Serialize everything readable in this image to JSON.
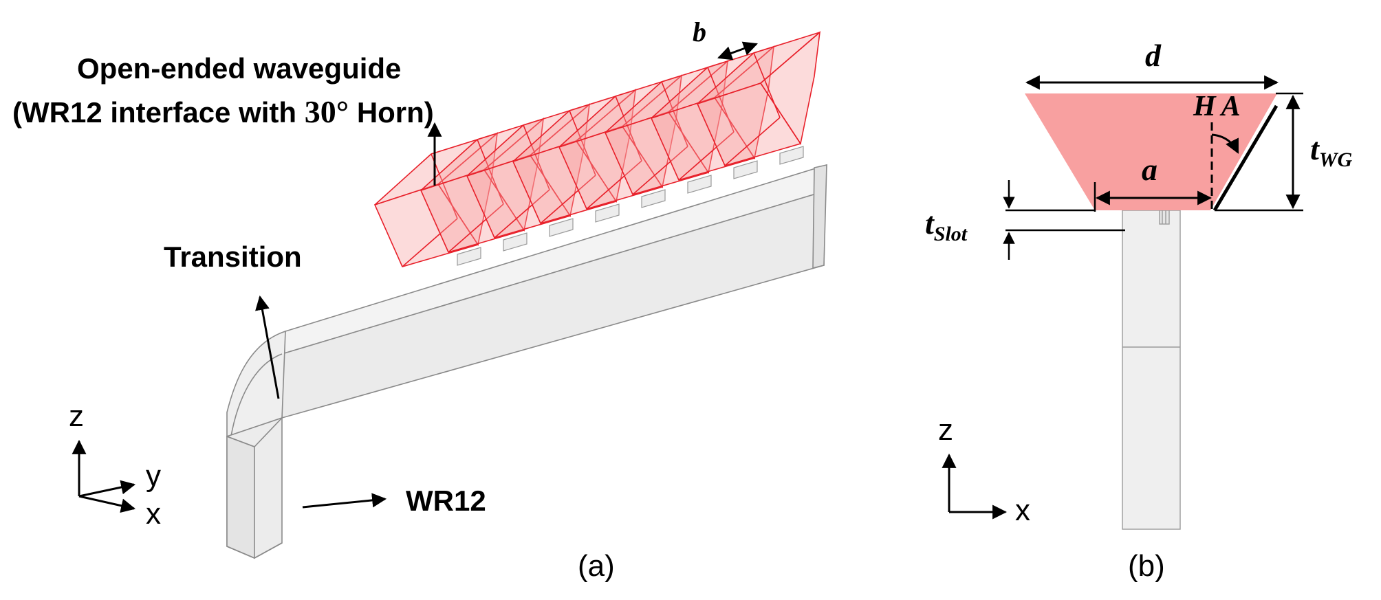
{
  "figure": {
    "a": {
      "label_open": "Open-ended waveguide",
      "label_interface": "(WR12 interface with ",
      "label_angle": "30°",
      "label_horn": " Horn)",
      "label_transition": "Transition",
      "label_wr12": "WR12",
      "label_b": "b",
      "axis_z": "z",
      "axis_y": "y",
      "axis_x": "x",
      "caption": "(a)"
    },
    "b": {
      "label_d": "d",
      "label_ha": "HA",
      "label_a": "a",
      "label_t": "t",
      "label_wg_sub": "WG",
      "label_slot_sub": "Slot",
      "axis_z": "z",
      "axis_x": "x",
      "caption": "(b)"
    }
  },
  "colors": {
    "horn_fill": "#f8a0a0",
    "horn_stroke": "#e8202a",
    "guide_fill": "#efefef",
    "guide_stroke": "#8a8a8a"
  }
}
